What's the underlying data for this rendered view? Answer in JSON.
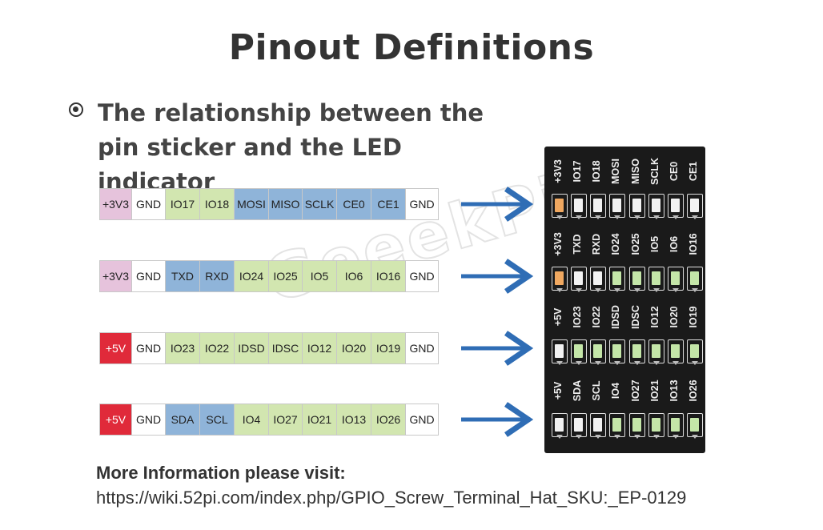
{
  "title": "Pinout Definitions",
  "bullet": "The relationship between the pin sticker and the LED indicator",
  "colors": {
    "pink": "#e6c3dc",
    "white": "#ffffff",
    "green": "#d2e6b0",
    "blue": "#8fb4d9",
    "red": "#e02a3a",
    "arrow": "#2f6db5",
    "led_orange": "#f0a860",
    "led_white": "#f2f2f2",
    "led_green": "#c4e6a8"
  },
  "sticker_rows": [
    {
      "cells": [
        {
          "label": "+3V3",
          "color": "pink"
        },
        {
          "label": "GND",
          "color": "white"
        },
        {
          "label": "IO17",
          "color": "green"
        },
        {
          "label": "IO18",
          "color": "green"
        },
        {
          "label": "MOSI",
          "color": "blue"
        },
        {
          "label": "MISO",
          "color": "blue"
        },
        {
          "label": "SCLK",
          "color": "blue"
        },
        {
          "label": "CE0",
          "color": "blue"
        },
        {
          "label": "CE1",
          "color": "blue"
        },
        {
          "label": "GND",
          "color": "white"
        }
      ]
    },
    {
      "cells": [
        {
          "label": "+3V3",
          "color": "pink"
        },
        {
          "label": "GND",
          "color": "white"
        },
        {
          "label": "TXD",
          "color": "blue"
        },
        {
          "label": "RXD",
          "color": "blue"
        },
        {
          "label": "IO24",
          "color": "green"
        },
        {
          "label": "IO25",
          "color": "green"
        },
        {
          "label": "IO5",
          "color": "green"
        },
        {
          "label": "IO6",
          "color": "green"
        },
        {
          "label": "IO16",
          "color": "green"
        },
        {
          "label": "GND",
          "color": "white"
        }
      ]
    },
    {
      "cells": [
        {
          "label": "+5V",
          "color": "red"
        },
        {
          "label": "GND",
          "color": "white"
        },
        {
          "label": "IO23",
          "color": "green"
        },
        {
          "label": "IO22",
          "color": "green"
        },
        {
          "label": "IDSD",
          "color": "green"
        },
        {
          "label": "IDSC",
          "color": "green"
        },
        {
          "label": "IO12",
          "color": "green"
        },
        {
          "label": "IO20",
          "color": "green"
        },
        {
          "label": "IO19",
          "color": "green"
        },
        {
          "label": "GND",
          "color": "white"
        }
      ]
    },
    {
      "cells": [
        {
          "label": "+5V",
          "color": "red"
        },
        {
          "label": "GND",
          "color": "white"
        },
        {
          "label": "SDA",
          "color": "blue"
        },
        {
          "label": "SCL",
          "color": "blue"
        },
        {
          "label": "IO4",
          "color": "green"
        },
        {
          "label": "IO27",
          "color": "green"
        },
        {
          "label": "IO21",
          "color": "green"
        },
        {
          "label": "IO13",
          "color": "green"
        },
        {
          "label": "IO26",
          "color": "green"
        },
        {
          "label": "GND",
          "color": "white"
        }
      ]
    }
  ],
  "board_rows": [
    {
      "pins": [
        "+3V3",
        "IO17",
        "IO18",
        "MOSI",
        "MISO",
        "SCLK",
        "CE0",
        "CE1"
      ],
      "leds": [
        "led_orange",
        "led_white",
        "led_white",
        "led_white",
        "led_white",
        "led_white",
        "led_white",
        "led_white"
      ]
    },
    {
      "pins": [
        "+3V3",
        "TXD",
        "RXD",
        "IO24",
        "IO25",
        "IO5",
        "IO6",
        "IO16"
      ],
      "leds": [
        "led_orange",
        "led_white",
        "led_white",
        "led_green",
        "led_green",
        "led_green",
        "led_green",
        "led_green"
      ]
    },
    {
      "pins": [
        "+5V",
        "IO23",
        "IO22",
        "IDSD",
        "IDSC",
        "IO12",
        "IO20",
        "IO19"
      ],
      "leds": [
        "led_white",
        "led_green",
        "led_green",
        "led_green",
        "led_green",
        "led_green",
        "led_green",
        "led_green"
      ]
    },
    {
      "pins": [
        "+5V",
        "SDA",
        "SCL",
        "IO4",
        "IO27",
        "IO21",
        "IO13",
        "IO26"
      ],
      "leds": [
        "led_white",
        "led_white",
        "led_white",
        "led_green",
        "led_green",
        "led_green",
        "led_green",
        "led_green"
      ]
    }
  ],
  "watermark": "GeeekPi",
  "footer": {
    "title": "More Information please visit:",
    "link": "https://wiki.52pi.com/index.php/GPIO_Screw_Terminal_Hat_SKU:_EP-0129"
  }
}
